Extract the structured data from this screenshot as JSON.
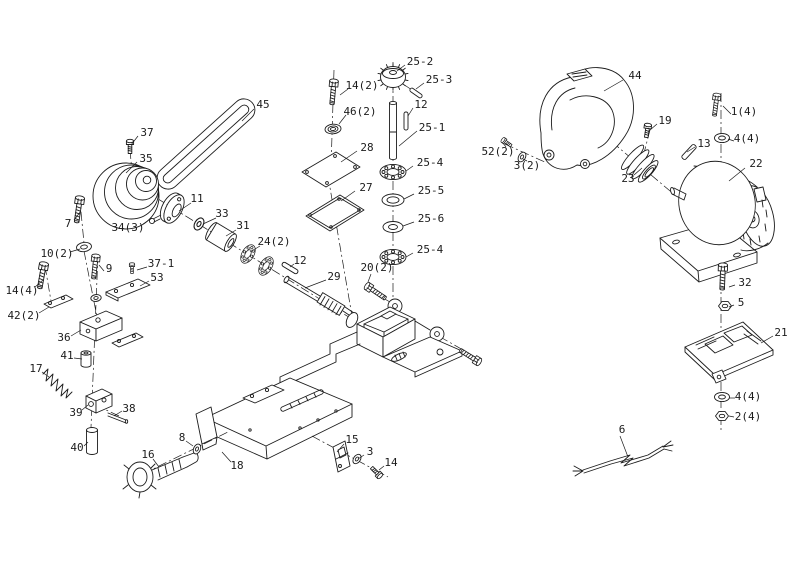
{
  "diagram": {
    "background_color": "#ffffff",
    "line_color": "#1c1c1c",
    "labels": [
      {
        "text": "45"
      },
      {
        "text": "37"
      },
      {
        "text": "35"
      },
      {
        "text": "7"
      },
      {
        "text": "34(3)"
      },
      {
        "text": "11"
      },
      {
        "text": "33"
      },
      {
        "text": "31"
      },
      {
        "text": "24(2)"
      },
      {
        "text": "10(2)"
      },
      {
        "text": "9"
      },
      {
        "text": "37-1"
      },
      {
        "text": "53"
      },
      {
        "text": "14(4)"
      },
      {
        "text": "42(2)"
      },
      {
        "text": "36"
      },
      {
        "text": "41"
      },
      {
        "text": "17"
      },
      {
        "text": "39"
      },
      {
        "text": "38"
      },
      {
        "text": "40"
      },
      {
        "text": "16"
      },
      {
        "text": "8"
      },
      {
        "text": "18"
      },
      {
        "text": "15"
      },
      {
        "text": "3"
      },
      {
        "text": "14"
      },
      {
        "text": "14(2)"
      },
      {
        "text": "46(2)"
      },
      {
        "text": "25-2"
      },
      {
        "text": "25-3"
      },
      {
        "text": "12"
      },
      {
        "text": "25-1"
      },
      {
        "text": "28"
      },
      {
        "text": "27"
      },
      {
        "text": "25-4"
      },
      {
        "text": "25-5"
      },
      {
        "text": "25-6"
      },
      {
        "text": "25-4"
      },
      {
        "text": "20(2)"
      },
      {
        "text": "29"
      },
      {
        "text": "12"
      },
      {
        "text": "44"
      },
      {
        "text": "52(2)"
      },
      {
        "text": "3(2)"
      },
      {
        "text": "23"
      },
      {
        "text": "19"
      },
      {
        "text": "13"
      },
      {
        "text": "1(4)"
      },
      {
        "text": "4(4)"
      },
      {
        "text": "22"
      },
      {
        "text": "32"
      },
      {
        "text": "5"
      },
      {
        "text": "21"
      },
      {
        "text": "4(4)"
      },
      {
        "text": "2(4)"
      },
      {
        "text": "6"
      }
    ]
  }
}
